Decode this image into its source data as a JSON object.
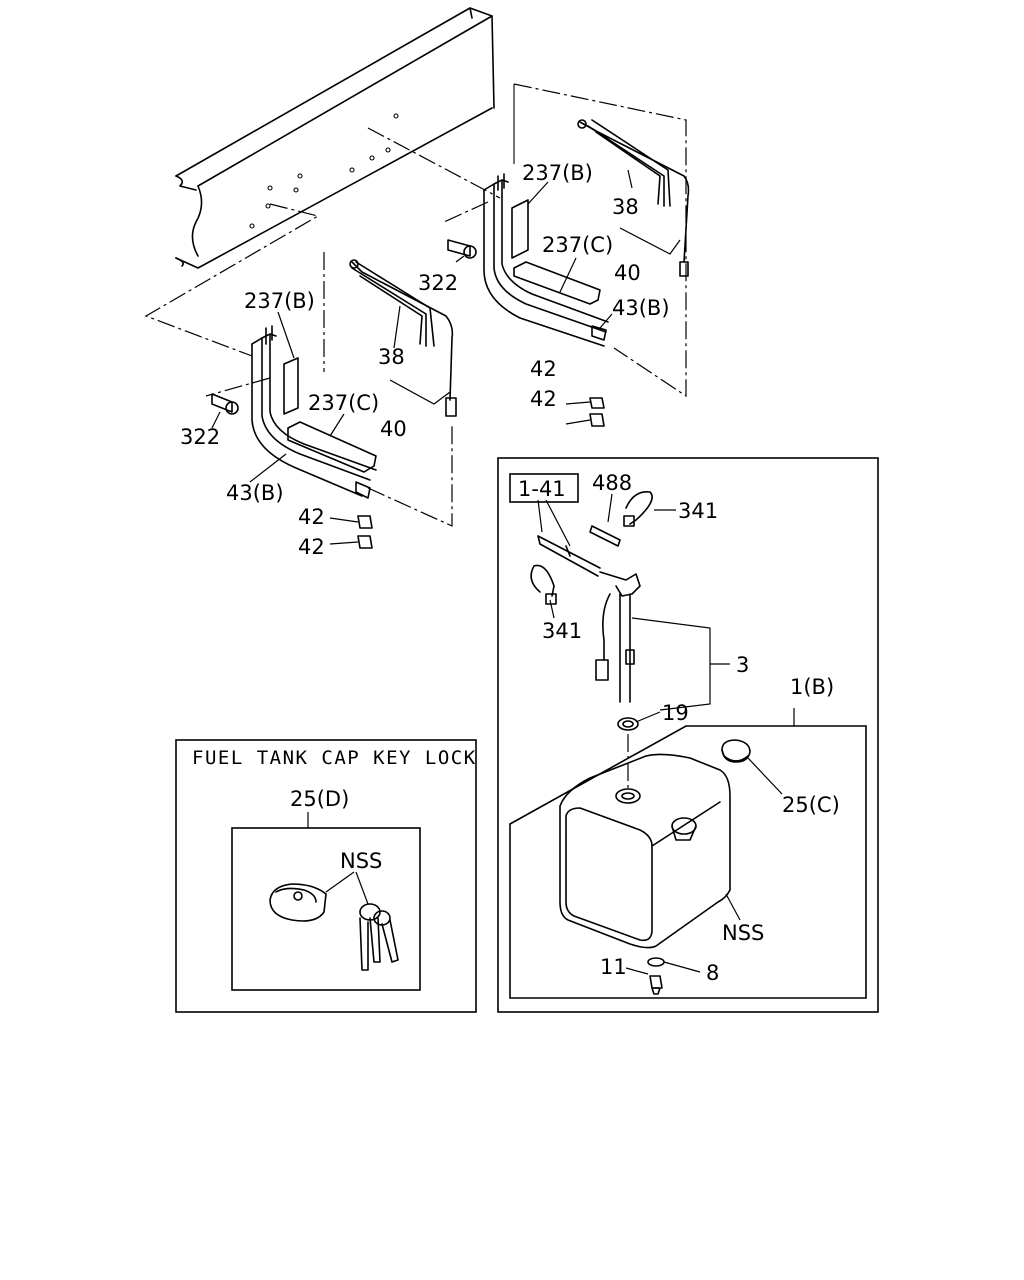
{
  "inset_title": "FUEL TANK CAP KEY LOCK",
  "callouts": {
    "c_237b_right": "237(B)",
    "c_38_right": "38",
    "c_237c_right": "237(C)",
    "c_40_right": "40",
    "c_322_right": "322",
    "c_43b_right": "43(B)",
    "c_42_right_a": "42",
    "c_42_right_b": "42",
    "c_237b_left": "237(B)",
    "c_38_left": "38",
    "c_237c_left": "237(C)",
    "c_40_left": "40",
    "c_322_left": "322",
    "c_43b_left": "43(B)",
    "c_42_left_a": "42",
    "c_42_left_b": "42",
    "c_1_41": "1-41",
    "c_488": "488",
    "c_341_top": "341",
    "c_341_mid": "341",
    "c_3": "3",
    "c_19": "19",
    "c_1b": "1(B)",
    "c_25c": "25(C)",
    "c_nss_tank": "NSS",
    "c_11": "11",
    "c_8": "8",
    "c_25d": "25(D)",
    "c_nss_keys": "NSS"
  }
}
